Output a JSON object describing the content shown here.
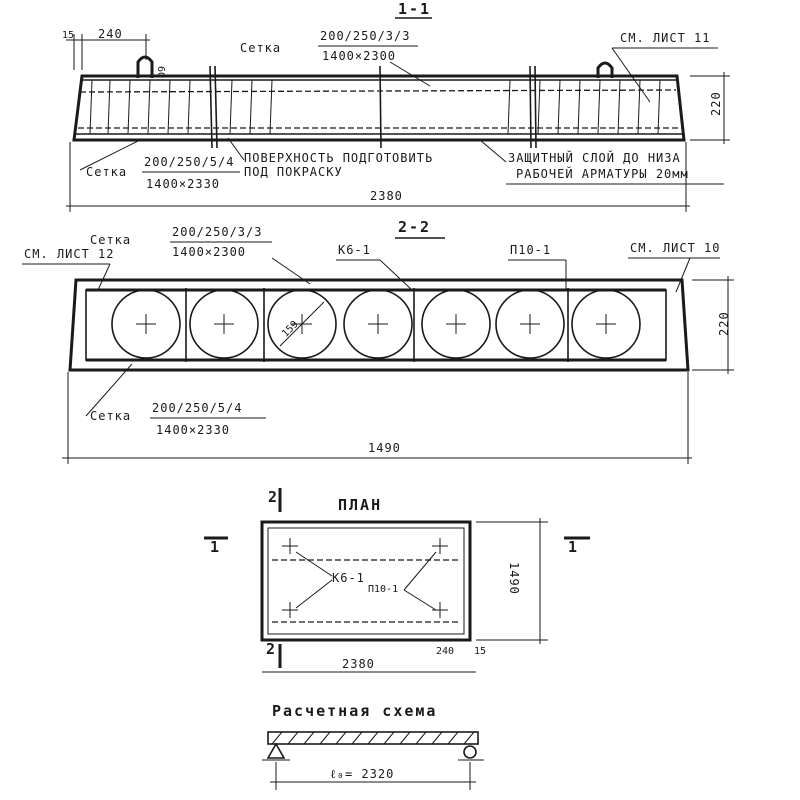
{
  "section_1_1": {
    "title": "1-1",
    "setka_label": "Сетка",
    "setka_top_num": "200/250/3/3",
    "setka_top_den": "1400×2300",
    "ref_sheet": "СМ. ЛИСТ 11",
    "dim_15": "15",
    "dim_240": "240",
    "dim_60": "60",
    "dim_220": "220",
    "setka_bottom_label": "Сетка",
    "setka_bottom_num": "200/250/5/4",
    "setka_bottom_den": "1400×2330",
    "note_surface_1": "ПОВЕРХНОСТЬ ПОДГОТОВИТЬ",
    "note_surface_2": "ПОД ПОКРАСКУ",
    "note_cover_1": "ЗАЩИТНЫЙ СЛОЙ ДО НИЗА",
    "note_cover_2": "РАБОЧЕЙ АРМАТУРЫ 20мм",
    "dim_length": "2380"
  },
  "section_2_2": {
    "title": "2-2",
    "setka_label": "Сетка",
    "setka_top_num": "200/250/3/3",
    "setka_top_den": "1400×2300",
    "ref_sheet_left": "СМ. ЛИСТ 12",
    "ref_sheet_right": "СМ. ЛИСТ 10",
    "k_label": "К6-1",
    "p_label": "П10-1",
    "dim_159": "159",
    "dim_220": "220",
    "setka_bottom_label": "Сетка",
    "setka_bottom_num": "200/250/5/4",
    "setka_bottom_den": "1400×2330",
    "dim_width": "1490",
    "void_count": 7
  },
  "plan": {
    "title": "ПЛАН",
    "cut_2": "2",
    "cut_1": "1",
    "k_label": "К6-1",
    "p_label": "П10-1",
    "dim_1490": "1490",
    "dim_2380": "2380",
    "dim_240": "240",
    "dim_15": "15"
  },
  "scheme": {
    "title": "Расчетная схема",
    "span_label": "ℓ₀= 2320"
  }
}
